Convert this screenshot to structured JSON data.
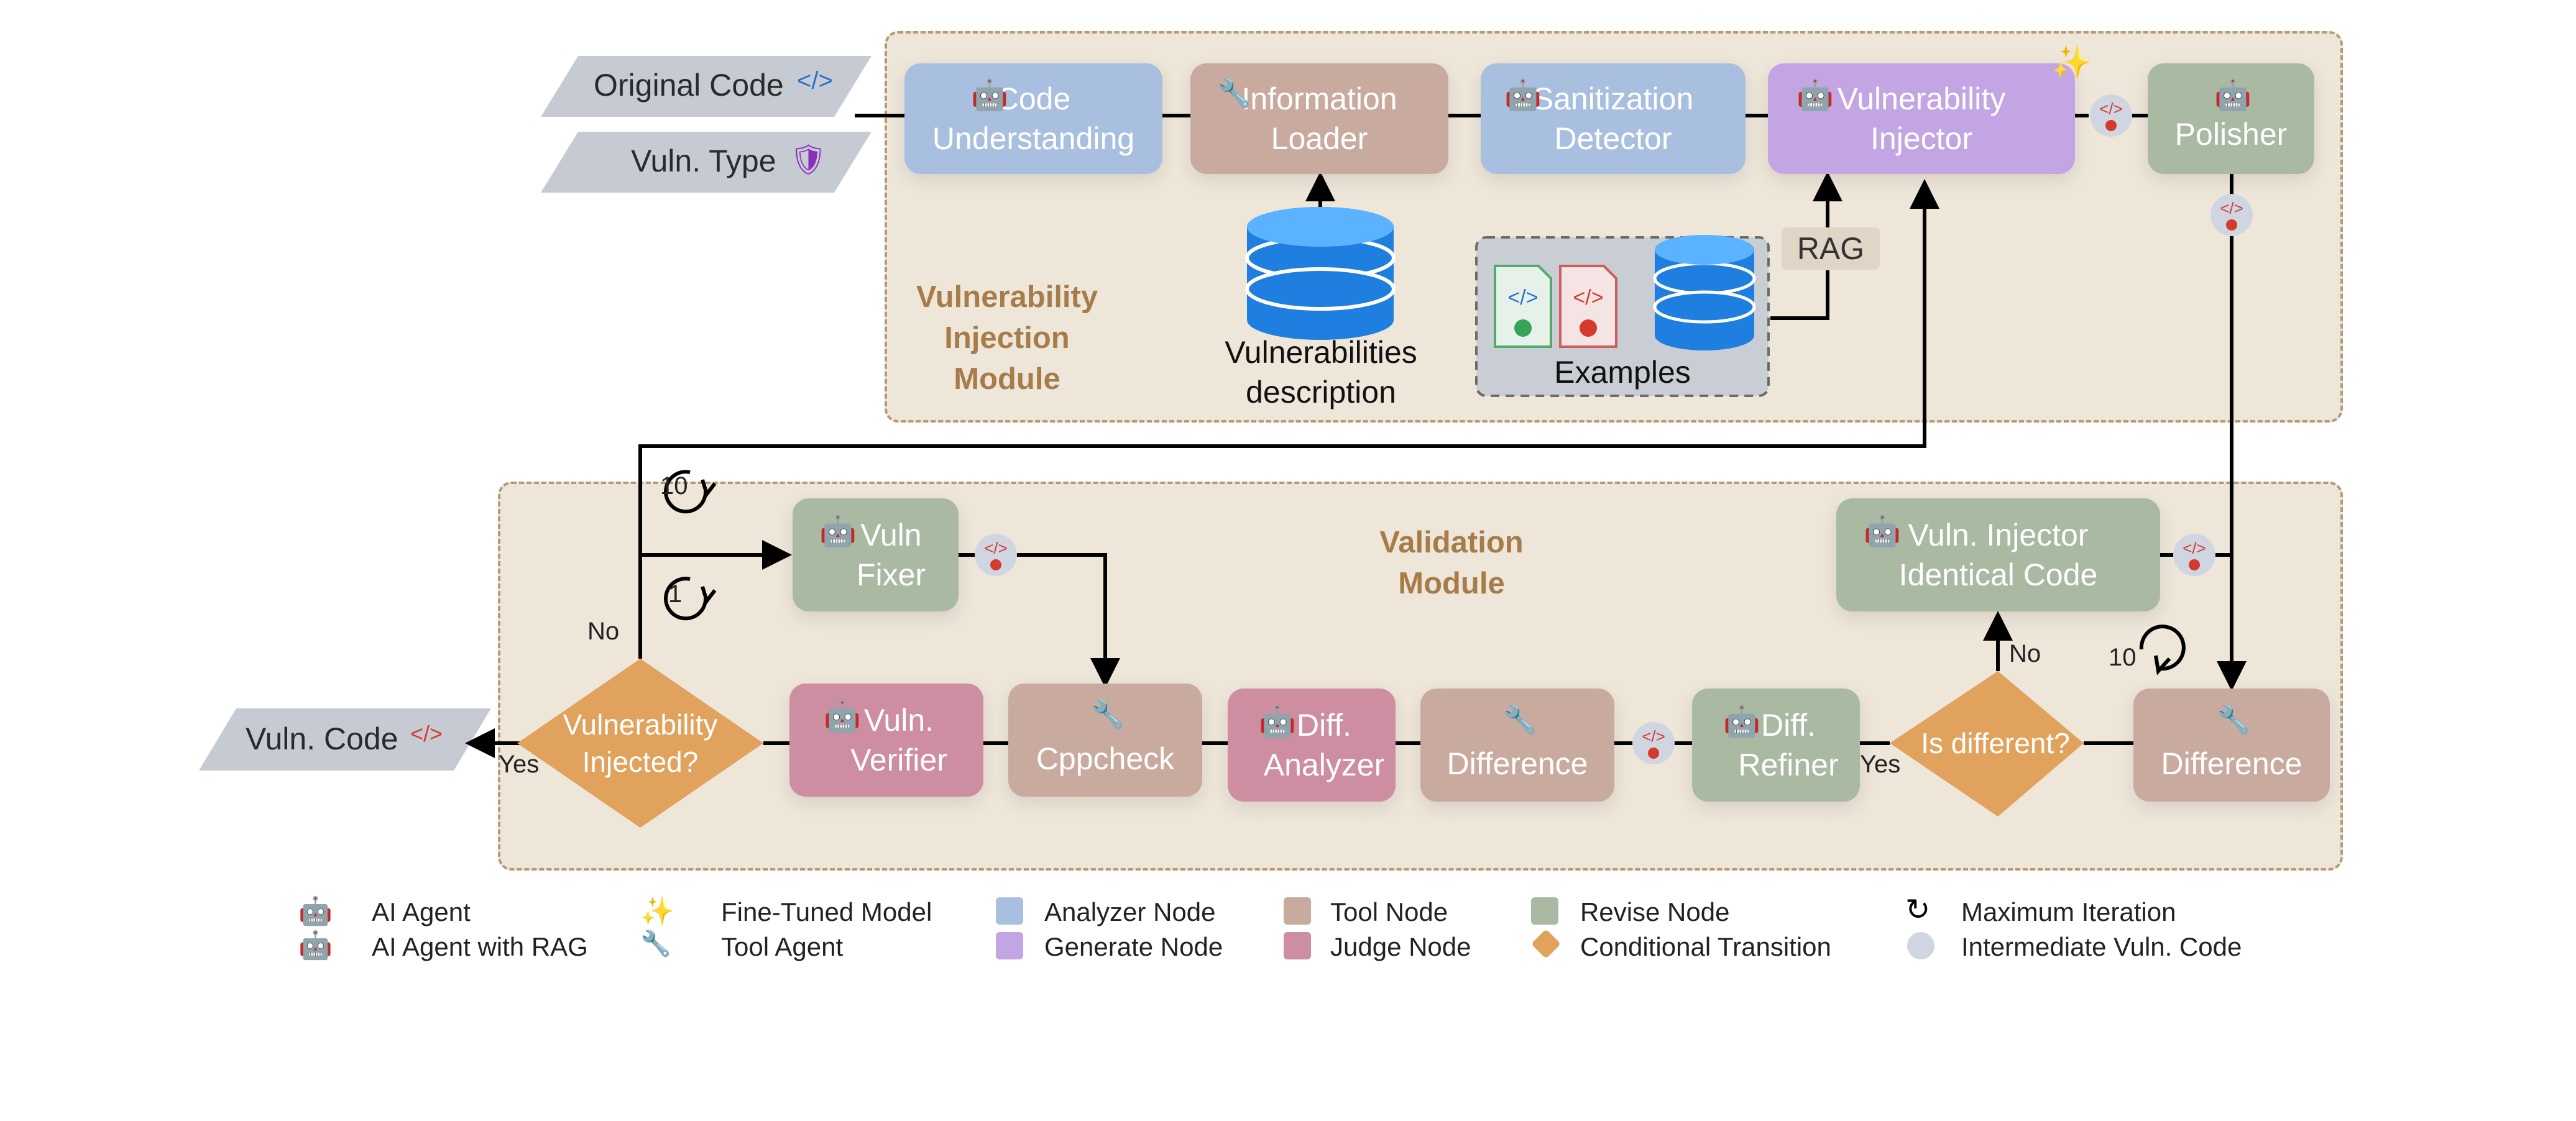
{
  "inputs": {
    "original_code": "Original Code",
    "vuln_type": "Vuln. Type",
    "vuln_code": "Vuln. Code"
  },
  "injection_module": {
    "title": "Vulnerability\nInjection\nModule",
    "nodes": {
      "code_understanding": "Code\nUnderstanding",
      "information_loader": "Information\nLoader",
      "sanitization_detector": "Sanitization\nDetector",
      "vulnerability_injector": "Vulnerability\nInjector",
      "polisher": "Polisher"
    },
    "database_label": "Vulnerabilities\ndescription",
    "examples_label": "Examples",
    "rag_label": "RAG"
  },
  "validation_module": {
    "title": "Validation\nModule",
    "nodes": {
      "vuln_fixer": "Vuln\nFixer",
      "vuln_verifier": "Vuln.\nVerifier",
      "cppcheck": "Cppcheck",
      "diff_analyzer": "Diff.\nAnalyzer",
      "difference_1": "Difference",
      "diff_refiner": "Diff.\nRefiner",
      "difference_2": "Difference",
      "identical_injector": "Vuln. Injector\nIdentical Code"
    },
    "decisions": {
      "vulnerability_injected": "Vulnerability\nInjected?",
      "is_different": "Is different?"
    },
    "edge_labels": {
      "no_top": "No",
      "yes_left": "Yes",
      "yes_right": "Yes",
      "no_right": "No"
    },
    "iterations": {
      "outer": "10",
      "inner": "1",
      "difference": "10"
    }
  },
  "legend": [
    {
      "icon": "robot-icon",
      "label": "AI Agent"
    },
    {
      "icon": "robot-database-icon",
      "label": "AI Agent with RAG"
    },
    {
      "icon": "sparkle-icon",
      "label": "Fine-Tuned Model"
    },
    {
      "icon": "wrench-icon",
      "label": "Tool Agent"
    },
    {
      "color": "#a9bfdf",
      "label": "Analyzer Node"
    },
    {
      "color": "#c3a5e3",
      "label": "Generate Node"
    },
    {
      "color": "#c9aa9e",
      "label": "Tool Node"
    },
    {
      "color": "#cc8ea0",
      "label": "Judge Node"
    },
    {
      "color": "#a9b9a2",
      "label": "Revise Node"
    },
    {
      "color": "#e0a25c",
      "label": "Conditional Transition"
    },
    {
      "icon": "loop-k-icon",
      "label": "Maximum Iteration"
    },
    {
      "icon": "vuln-code-bubble-icon",
      "label": "Intermediate Vuln. Code"
    }
  ],
  "colors": {
    "analyzer": "#a9bfdf",
    "generate": "#c3a5e3",
    "tool": "#c9aa9e",
    "judge": "#cc8ea0",
    "revise": "#a9b9a2",
    "conditional": "#e0a25c",
    "module_border": "#b79a72",
    "module_title": "#a57c4a"
  }
}
